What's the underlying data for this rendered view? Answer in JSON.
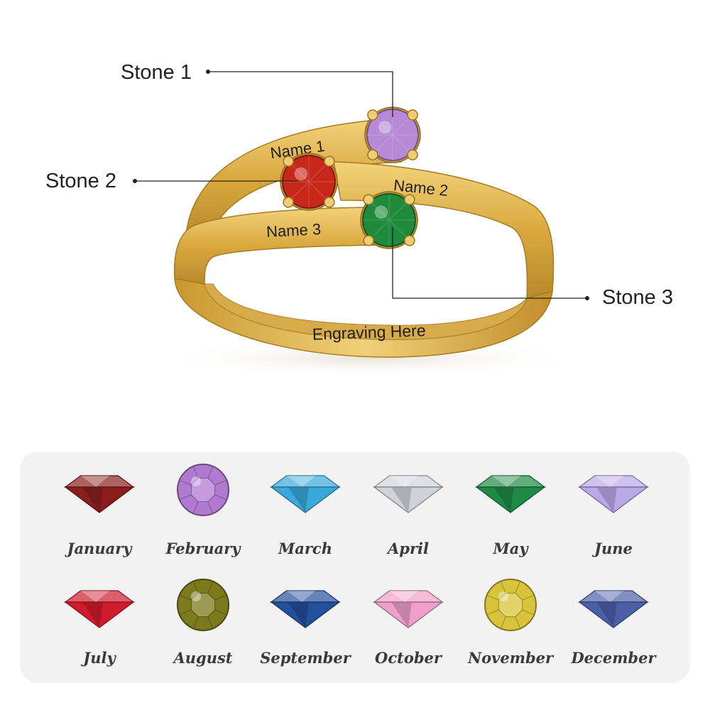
{
  "callouts": {
    "stone_1": "Stone 1",
    "stone_2": "Stone 2",
    "stone_3": "Stone 3"
  },
  "ring": {
    "band_names": [
      "Name 1",
      "Name 2",
      "Name 3"
    ],
    "inner_engraving": "Engraving Here",
    "metal_color": "#e0b54a",
    "setting_stones": [
      {
        "name": "stone-1",
        "color": "#b68ad6"
      },
      {
        "name": "stone-2",
        "color": "#c8281a"
      },
      {
        "name": "stone-3",
        "color": "#1f8a3b"
      }
    ]
  },
  "birthstones": [
    {
      "month": "January",
      "color": "#8a1e1e",
      "shape": "diamond"
    },
    {
      "month": "February",
      "color": "#b07ad0",
      "shape": "round"
    },
    {
      "month": "March",
      "color": "#38a9d8",
      "shape": "diamond"
    },
    {
      "month": "April",
      "color": "#cfd3d8",
      "shape": "diamond"
    },
    {
      "month": "May",
      "color": "#1f8a45",
      "shape": "diamond"
    },
    {
      "month": "June",
      "color": "#b9a8e8",
      "shape": "diamond"
    },
    {
      "month": "July",
      "color": "#cf1b2b",
      "shape": "diamond"
    },
    {
      "month": "August",
      "color": "#7b7a1c",
      "shape": "round"
    },
    {
      "month": "September",
      "color": "#234f9b",
      "shape": "diamond"
    },
    {
      "month": "October",
      "color": "#ef9fc8",
      "shape": "diamond"
    },
    {
      "month": "November",
      "color": "#d8c43a",
      "shape": "round"
    },
    {
      "month": "December",
      "color": "#4b5fa8",
      "shape": "diamond"
    }
  ]
}
